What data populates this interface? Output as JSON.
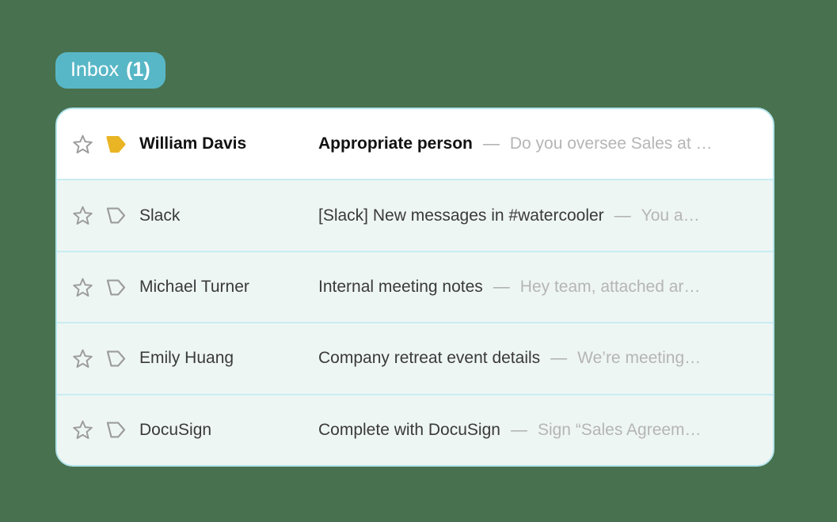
{
  "inbox_tab": {
    "label": "Inbox",
    "count": "(1)"
  },
  "colors": {
    "page_background": "#487150",
    "tab_background": "#58b7c6",
    "card_border": "#b3e5ec",
    "row_divider": "#c8edf1",
    "unread_row_background": "#ffffff",
    "read_row_background": "#eef6f4",
    "tag_filled": "#e9b525",
    "icon_gray": "#9c9c9c"
  },
  "icons": {
    "star": "star-outline",
    "tag": "label-tag"
  },
  "list": {
    "emails": [
      {
        "sender": "William Davis",
        "subject": "Appropriate person",
        "separator": "—",
        "snippet": "Do you oversee Sales at …",
        "unread": true,
        "tag_style": "filled"
      },
      {
        "sender": "Slack",
        "subject": "[Slack] New messages in #watercooler",
        "separator": "—",
        "snippet": "You a…",
        "unread": false,
        "tag_style": "outline"
      },
      {
        "sender": "Michael Turner",
        "subject": "Internal meeting notes",
        "separator": "—",
        "snippet": "Hey team, attached ar…",
        "unread": false,
        "tag_style": "outline"
      },
      {
        "sender": "Emily Huang",
        "subject": "Company retreat event details",
        "separator": "—",
        "snippet": "We’re meeting…",
        "unread": false,
        "tag_style": "outline"
      },
      {
        "sender": "DocuSign",
        "subject": "Complete with DocuSign",
        "separator": "—",
        "snippet": "Sign “Sales Agreem…",
        "unread": false,
        "tag_style": "outline"
      }
    ]
  }
}
